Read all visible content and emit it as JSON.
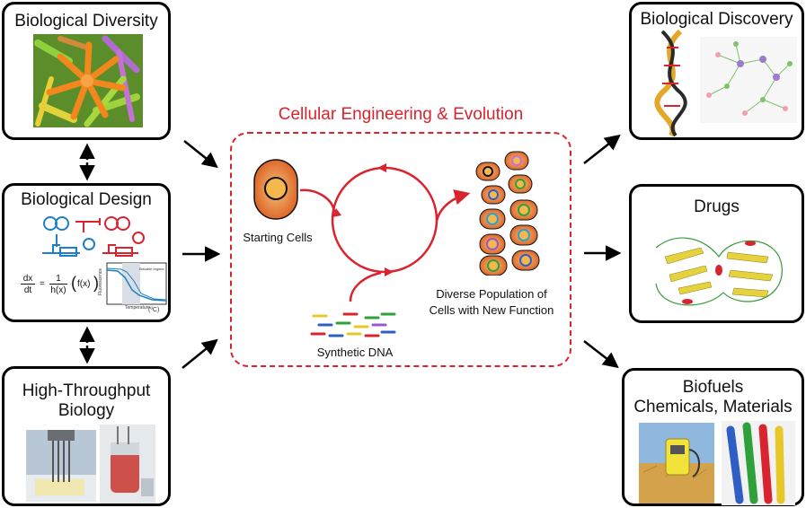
{
  "center": {
    "title": "Cellular Engineering & Evolution",
    "starting_cells_label": "Starting Cells",
    "synthetic_dna_label": "Synthetic DNA",
    "diverse_population_line1": "Diverse Population of",
    "diverse_population_line2": "Cells with New Function"
  },
  "left_boxes": {
    "diversity_title": "Biological Diversity",
    "design_title": "Biological Design",
    "throughput_title_line1": "High-Throughput",
    "throughput_title_line2": "Biology"
  },
  "right_boxes": {
    "discovery_title": "Biological Discovery",
    "drugs_title": "Drugs",
    "biofuels_title_line1": "Biofuels",
    "biofuels_title_line2": "Chemicals, Materials"
  },
  "design_equation": {
    "lhs_top": "dx",
    "lhs_bottom": "dt",
    "equals": "=",
    "frac_top": "1",
    "frac_bottom": "h(x)",
    "function": "f(x)"
  },
  "design_plot": {
    "ylabel": "Fluorescence",
    "xlabel": "Temperature",
    "unit": "(ºC)",
    "legend": "Bistable regime"
  },
  "colors": {
    "accent_red": "#d9232e",
    "circuit_blue": "#1f7fc4",
    "cell_orange": "#e8742a"
  }
}
